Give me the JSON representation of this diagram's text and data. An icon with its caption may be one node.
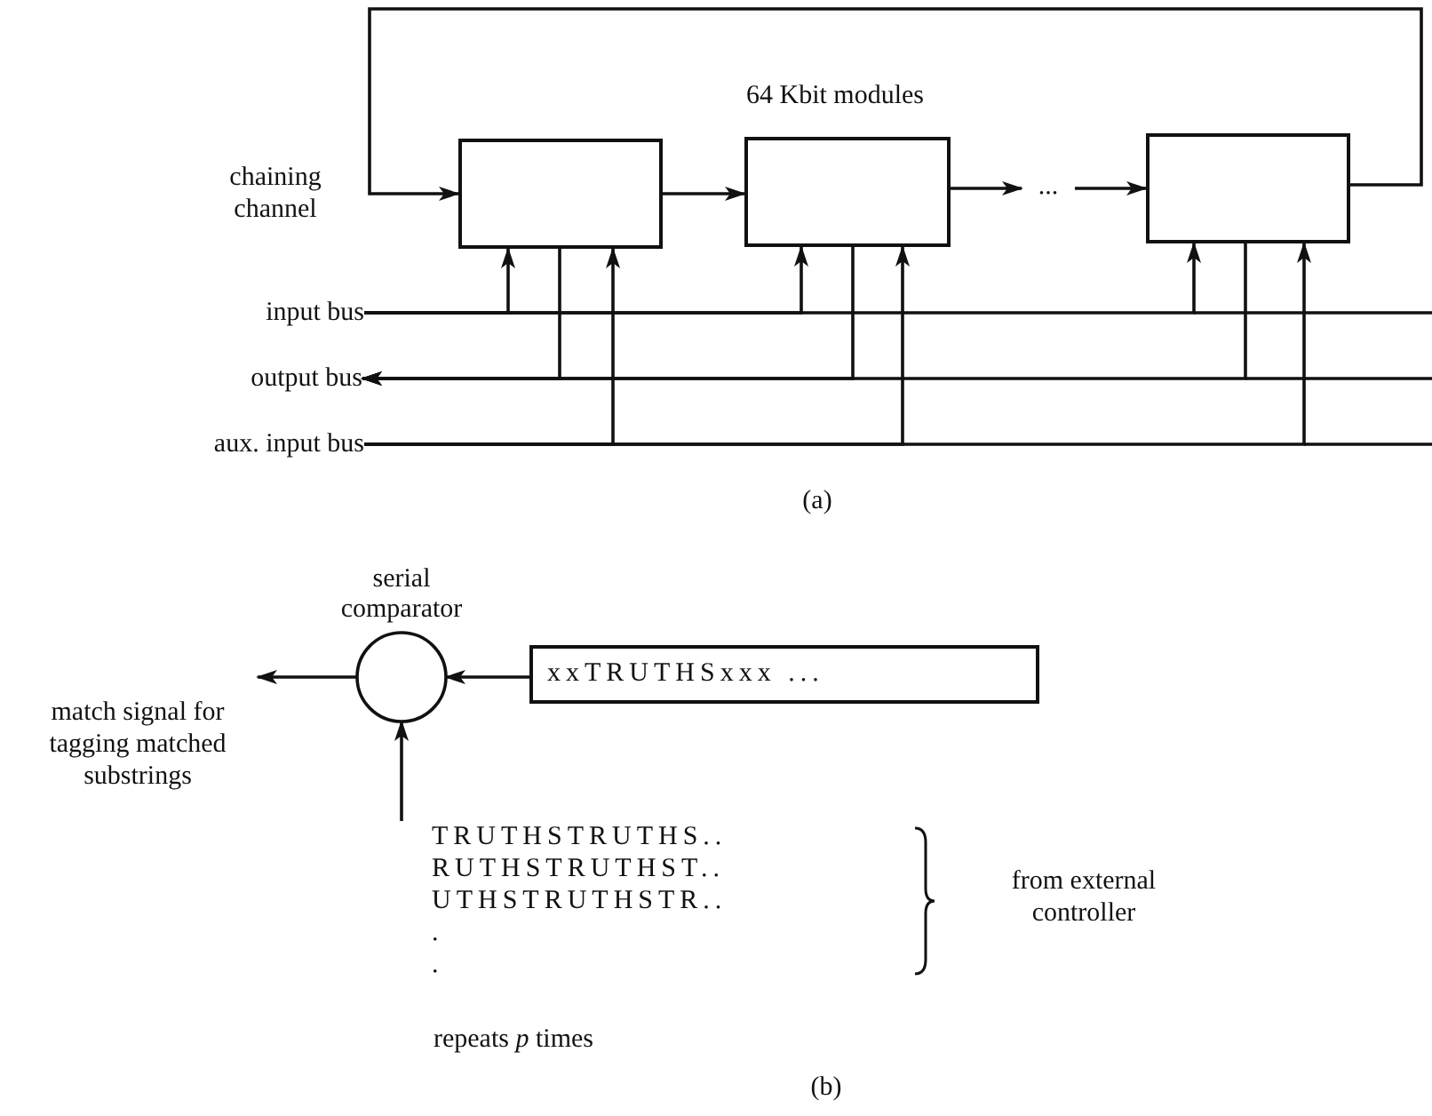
{
  "diagram": {
    "nodes": [
      {
        "text": [],
        "shape": "box"
      },
      {
        "text": [],
        "shape": "box"
      },
      {
        "text": [
          "..."
        ]
      },
      {
        "text": [],
        "shape": "box"
      },
      {
        "text": [
          "input bus"
        ]
      },
      {
        "text": [
          "output bus"
        ]
      },
      {
        "text": [
          "aux. input bus"
        ]
      },
      {
        "text": [
          "serial comparator"
        ]
      },
      {
        "text": [
          "xxTRUTHSxxx ..."
        ]
      },
      {
        "text": [
          "match signal for tagging matched substrings"
        ]
      },
      {
        "text": [
          "TRUTHSTRUTHS..",
          "RUTHSTRUTHST..",
          "UTHSTRUTHSTR..",
          ".",
          "."
        ]
      }
    ],
    "edges": [
      {
        "from": 0,
        "to": 1,
        "arrow": "to"
      },
      {
        "from": 1,
        "to": 2,
        "arrow": "to"
      },
      {
        "from": 2,
        "to": 3,
        "arrow": "to"
      },
      {
        "from": 3,
        "to": 0,
        "arrow": "to"
      },
      {
        "from": 4,
        "to": 0,
        "arrow": "to"
      },
      {
        "from": 4,
        "to": 1,
        "arrow": "to"
      },
      {
        "from": 4,
        "to": 3,
        "arrow": "to"
      },
      {
        "from": 0,
        "to": 5,
        "arrow": "to"
      },
      {
        "from": 1,
        "to": 5,
        "arrow": "to"
      },
      {
        "from": 3,
        "to": 5,
        "arrow": "to"
      },
      {
        "from": 6,
        "to": 0,
        "arrow": "to"
      },
      {
        "from": 6,
        "to": 1,
        "arrow": "to"
      },
      {
        "from": 6,
        "to": 3,
        "arrow": "to"
      },
      {
        "from": 8,
        "to": 7,
        "arrow": "to"
      },
      {
        "from": 7,
        "to": 9,
        "arrow": "to"
      },
      {
        "from": 10,
        "to": 7,
        "arrow": "to"
      }
    ],
    "labels": [
      "64 Kbit modules",
      "chaining channel",
      "(a)",
      "from external controller",
      "repeats *p* times",
      "(b)"
    ]
  }
}
